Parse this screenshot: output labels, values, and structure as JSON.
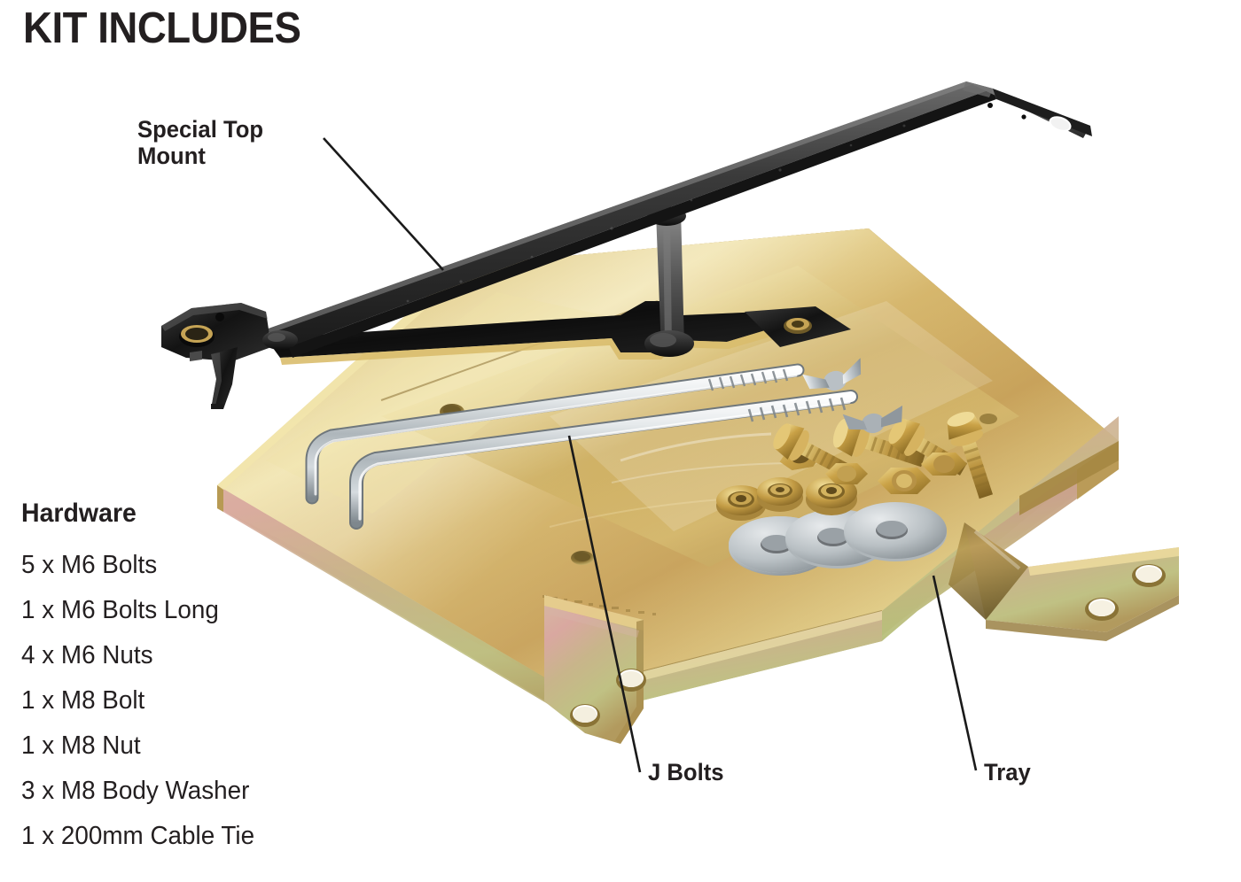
{
  "page": {
    "title": "KIT INCLUDES",
    "background_color": "#ffffff",
    "text_color": "#231f20"
  },
  "callouts": [
    {
      "id": "special-top-mount",
      "label": "Special Top\nMount",
      "line_from": [
        365,
        156
      ],
      "line_to": [
        500,
        305
      ]
    },
    {
      "id": "j-bolts",
      "label": "J Bolts",
      "line_from": [
        642,
        492
      ],
      "line_to": [
        722,
        872
      ]
    },
    {
      "id": "tray",
      "label": "Tray",
      "line_from": [
        1053,
        650
      ],
      "line_to": [
        1101,
        870
      ]
    }
  ],
  "hardware": {
    "heading": "Hardware",
    "items": [
      "5 x M6 Bolts",
      "1 x M6 Bolts Long",
      "4 x M6 Nuts",
      "1 x M8 Bolt",
      "1 x M8 Nut",
      "3 x M8 Body Washer",
      "1 x 200mm Cable Tie"
    ]
  },
  "product_colors": {
    "zinc_gold_light": "#e8d27a",
    "zinc_gold_mid": "#c9a84c",
    "zinc_gold_dark": "#9a7d33",
    "zinc_pink": "#d8a898",
    "zinc_green": "#b9c07e",
    "black_coat": "#2b2b2b",
    "black_coat_light": "#575757",
    "chrome_light": "#e9ecee",
    "chrome_mid": "#b5bcc1",
    "chrome_dark": "#7d868c"
  },
  "parts": [
    {
      "name": "special-top-mount-bracket",
      "finish": "black-powder-coat"
    },
    {
      "name": "battery-tray",
      "finish": "gold-zinc-passivate"
    },
    {
      "name": "j-bolt",
      "count": 2,
      "finish": "zinc-chrome"
    },
    {
      "name": "flange-bolt-pile",
      "finish": "gold-zinc"
    },
    {
      "name": "flange-nut-pile",
      "finish": "gold-zinc"
    },
    {
      "name": "body-washer",
      "count": 3,
      "finish": "zinc-silver"
    },
    {
      "name": "wing-nut",
      "count": 2,
      "finish": "zinc-silver"
    }
  ]
}
